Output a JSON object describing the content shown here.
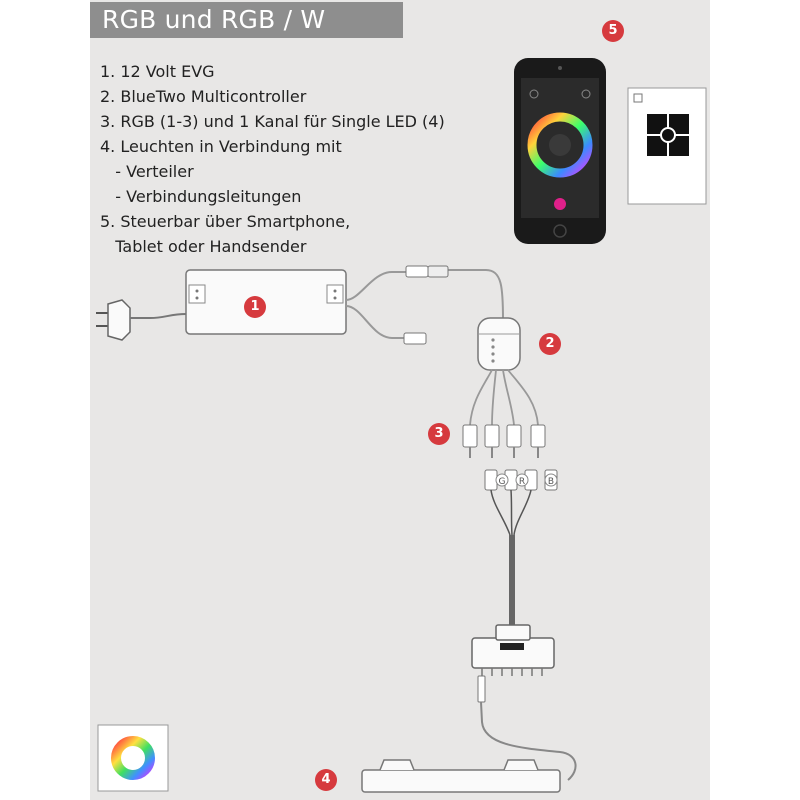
{
  "title": "RGB und RGB / W",
  "items": [
    "1. 12 Volt EVG",
    "2. BlueTwo Multicontroller",
    "3. RGB (1-3) und 1 Kanal für Single LED (4)",
    "4. Leuchten in Verbindung mit",
    "   - Verteiler",
    "   - Verbindungsleitungen",
    "5. Steuerbar über Smartphone,",
    "   Tablet oder Handsender"
  ],
  "badges": [
    "1",
    "2",
    "3",
    "4",
    "5"
  ],
  "channel_labels": [
    "G",
    "R",
    "B"
  ],
  "colors": {
    "panel": "#e8e7e6",
    "title_bar": "#8e8e8e",
    "badge": "#d63a3e",
    "accent_pink": "#e0208a"
  },
  "icons": [
    "power-plug",
    "smartphone-app",
    "remote-control",
    "color-wheel",
    "multicontroller",
    "distributor",
    "led-light"
  ]
}
